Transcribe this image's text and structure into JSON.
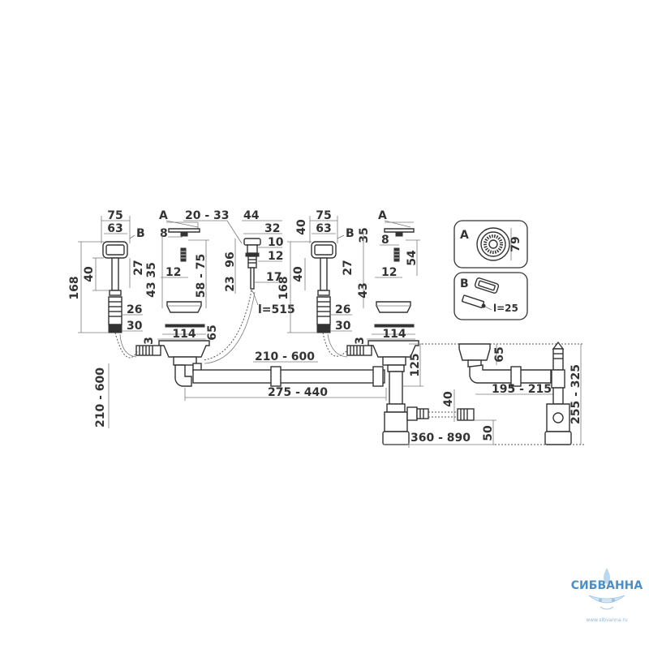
{
  "labels": {
    "a": "A",
    "b": "B"
  },
  "dims": {
    "d75": "75",
    "d63": "63",
    "d168": "168",
    "d40": "40",
    "d27": "27",
    "d26": "26",
    "d30": "30",
    "d8": "8",
    "d12": "12",
    "d35": "35",
    "d43": "43",
    "d58_75": "58 - 75",
    "d114": "114",
    "d65": "65",
    "d3": "3",
    "d20_33": "20 - 33",
    "d44": "44",
    "d32": "32",
    "d10": "10",
    "d96": "96",
    "d23": "23",
    "d17": "17",
    "l515": "l=515",
    "d54": "54",
    "d210_600": "210 - 600",
    "d275_440": "275 - 440",
    "d125": "125",
    "d50": "50",
    "d360_890": "360 - 890",
    "d195_215": "195 - 215",
    "d255_325": "255 - 325",
    "d79": "79",
    "l25": "l=25"
  },
  "logo": {
    "name": "СИБВАННА",
    "url": "www.sibvanna.ru"
  },
  "colors": {
    "ink": "#333333",
    "logo": "#4a8fc7"
  }
}
